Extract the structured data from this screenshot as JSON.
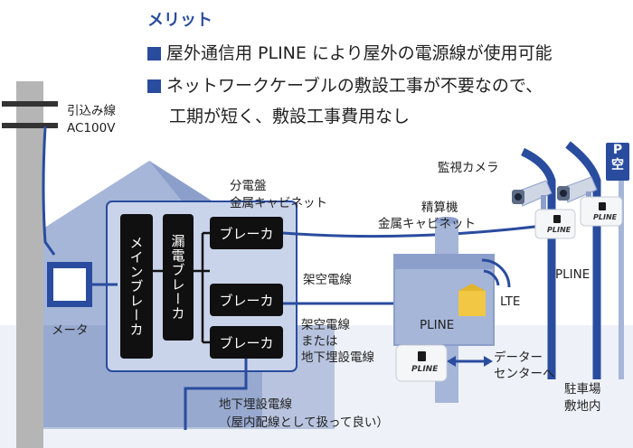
{
  "merit": {
    "title": "メリット",
    "line1": "屋外通信用 PLINE により屋外の電源線が使用可能",
    "line2": "ネットワークケーブルの敷設工事が不要なので、",
    "line3": "工期が短く、敷設工事費用なし"
  },
  "labels": {
    "service_drop_1": "引込み線",
    "service_drop_2": "AC100V",
    "meter": "メータ",
    "panel_1": "分電盤",
    "panel_2": "金属キャビネット",
    "main_breaker": "メインブレーカ",
    "leak_breaker": "漏電ブレーカ",
    "breaker_1": "ブレーカ",
    "breaker_2": "ブレーカ",
    "breaker_3": "ブレーカ",
    "camera": "監視カメラ",
    "pay_1": "精算機",
    "pay_2": "金属キャビネット",
    "overhead": "架空電線",
    "overhead_or_1": "架空電線",
    "overhead_or_2": "または",
    "overhead_or_3": "地下埋設電線",
    "underground_1": "地下埋設電線",
    "underground_2": "（屋内配線として扱って良い）",
    "pline_device": "PLINE",
    "pline_camera": "PLINE",
    "pline_right": "PLINE",
    "lte": "LTE",
    "data_center_1": "データー",
    "data_center_2": "センターへ",
    "parking_1": "駐車場",
    "parking_2": "敷地内",
    "parking_sign_1": "P",
    "parking_sign_2": "空",
    "device_logo_1": "PLINE",
    "device_logo_2": "PLINE",
    "device_logo_3": "PLINE"
  },
  "colors": {
    "accent": "#2a4c9e",
    "house_light": "#a9b8d8",
    "house_dark": "#8296c4",
    "pole": "#b3b3b3",
    "ground": "#e9eef6",
    "lte_box": "#f2c744"
  }
}
